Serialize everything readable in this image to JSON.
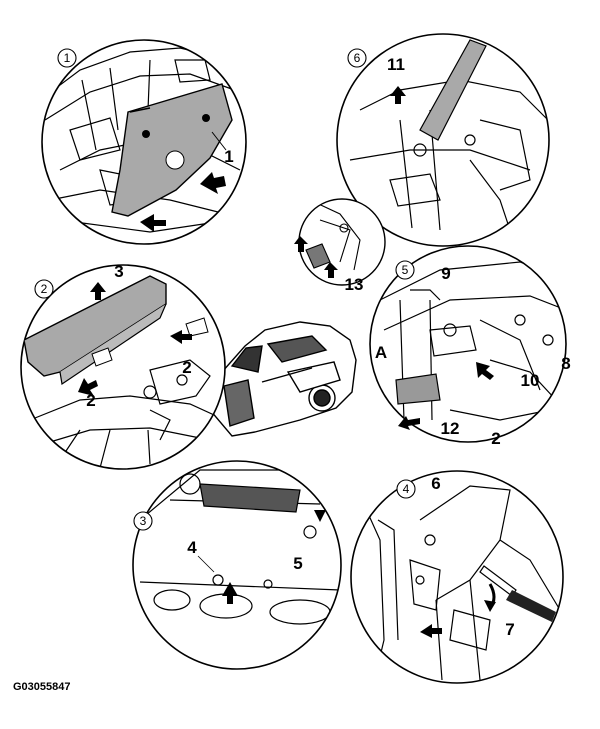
{
  "steps": [
    {
      "id": "1",
      "callouts": [
        "1"
      ]
    },
    {
      "id": "2",
      "callouts": [
        "3",
        "2",
        "2"
      ]
    },
    {
      "id": "3",
      "callouts": [
        "4",
        "5"
      ]
    },
    {
      "id": "4",
      "callouts": [
        "6",
        "7"
      ]
    },
    {
      "id": "5",
      "callouts": [
        "9",
        "A",
        "8",
        "10",
        "12",
        "2"
      ]
    },
    {
      "id": "6",
      "callouts": [
        "11",
        "13"
      ]
    }
  ],
  "figure_code": "G03055847",
  "colors": {
    "line": "#000000",
    "panel": "#a9a9a9",
    "paper": "#ffffff"
  },
  "icons": [
    "arrow-icon",
    "wrench-icon",
    "car-icon"
  ]
}
